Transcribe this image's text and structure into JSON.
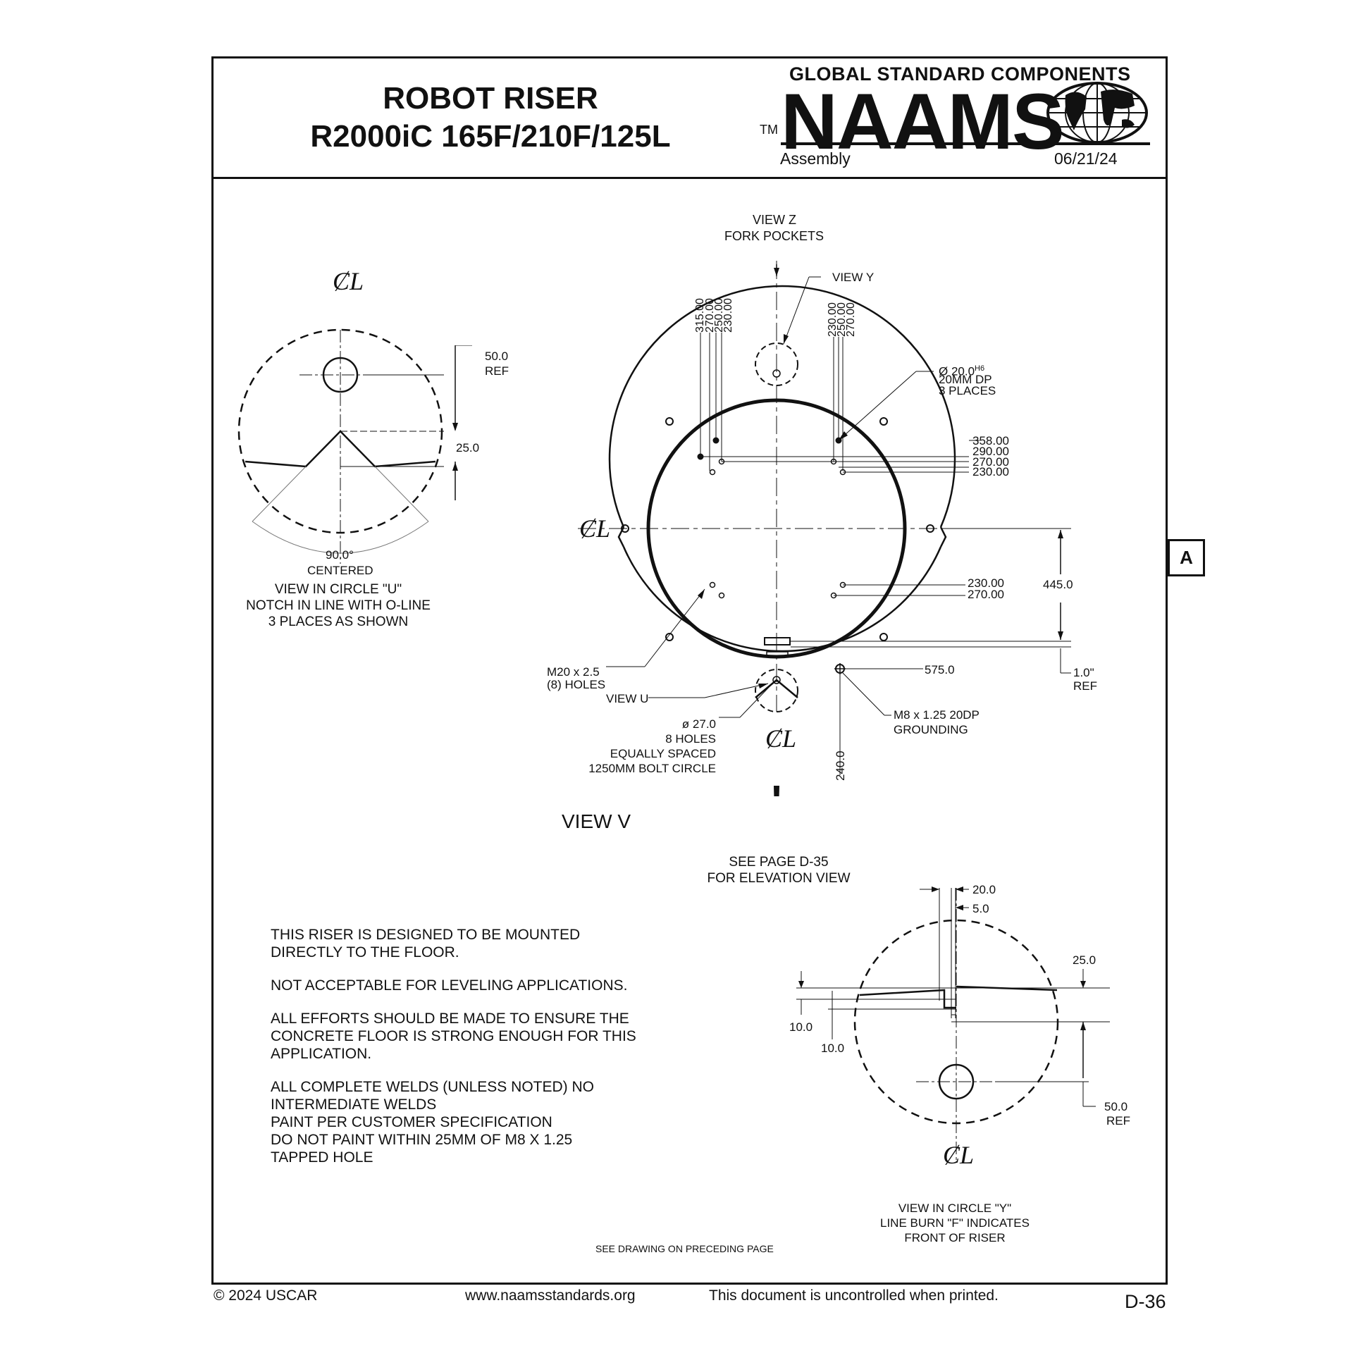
{
  "header": {
    "title_line1": "ROBOT RISER",
    "title_line2": "R2000iC 165F/210F/125L",
    "tm": "TM",
    "global_standard": "GLOBAL STANDARD COMPONENTS",
    "brand": "NAAMS",
    "category": "Assembly",
    "date": "06/21/24"
  },
  "side_tab": "A",
  "view_u": {
    "dim_50_value": "50.0",
    "dim_50_ref": "REF",
    "dim_25": "25.0",
    "angle": "90.0°",
    "angle_note": "CENTERED",
    "caption1": "VIEW IN CIRCLE \"U\"",
    "caption2": "NOTCH IN LINE WITH O-LINE",
    "caption3": "3 PLACES AS SHOWN"
  },
  "main_view": {
    "view_z": "VIEW Z",
    "fork_pockets": "FORK POCKETS",
    "view_y": "VIEW Y",
    "dims_left_vertical": [
      "315.00",
      "270.00",
      "250.00",
      "230.00"
    ],
    "dims_right_vertical": [
      "230.00",
      "250.00",
      "270.00"
    ],
    "dowel": "Ø  20.0",
    "dowel_tol": "H6",
    "dowel_depth": "20MM DP",
    "dowel_places": "3 PLACES",
    "dims_right_upper": [
      "358.00",
      "290.00",
      "270.00",
      "230.00"
    ],
    "dims_right_lower": [
      "230.00",
      "270.00"
    ],
    "dim_445": "445.0",
    "dim_1": "1.0\"",
    "dim_1_ref": "REF",
    "dim_575": "575.0",
    "m20": "M20 x 2.5",
    "m20_holes": "(8) HOLES",
    "view_u_label": "VIEW U",
    "bolt_dia": "ø 27.0",
    "bolt_holes": "8 HOLES",
    "bolt_spacing": "EQUALLY SPACED",
    "bolt_circle": "1250MM BOLT CIRCLE",
    "m8": "M8 x 1.25 20DP",
    "grounding": "GROUNDING",
    "dim_240": "240.0",
    "view_v": "VIEW V",
    "see_page": "SEE PAGE D-35",
    "elevation": "FOR ELEVATION VIEW"
  },
  "notes": [
    "THIS RISER IS DESIGNED TO BE MOUNTED",
    "DIRECTLY TO THE FLOOR.",
    "NOT ACCEPTABLE FOR LEVELING APPLICATIONS.",
    "ALL  EFFORTS  SHOULD  BE  MADE  TO  ENSURE  THE",
    "CONCRETE  FLOOR  IS  STRONG  ENOUGH  FOR  THIS",
    "APPLICATION.",
    "ALL COMPLETE WELDS (UNLESS NOTED) NO",
    "INTERMEDIATE WELDS",
    "PAINT PER CUSTOMER SPECIFICATION",
    "DO  NOT  PAINT  WITHIN  25MM  OF  M8  X  1.25",
    "TAPPED HOLE"
  ],
  "view_y": {
    "dim_20": "20.0",
    "dim_5": "5.0",
    "dim_25": "25.0",
    "dim_10a": "10.0",
    "dim_10b": "10.0",
    "dim_50": "50.0",
    "dim_50_ref": "REF",
    "caption1": "VIEW IN CIRCLE \"Y\"",
    "caption2": "LINE BURN \"F\" INDICATES",
    "caption3": "FRONT OF RISER"
  },
  "see_drawing": "SEE DRAWING ON PRECEDING PAGE",
  "footer": {
    "copyright": "© 2024  USCAR",
    "website": "www.naamsstandards.org",
    "disclaimer": "This document is uncontrolled when printed.",
    "page": "D-36"
  }
}
